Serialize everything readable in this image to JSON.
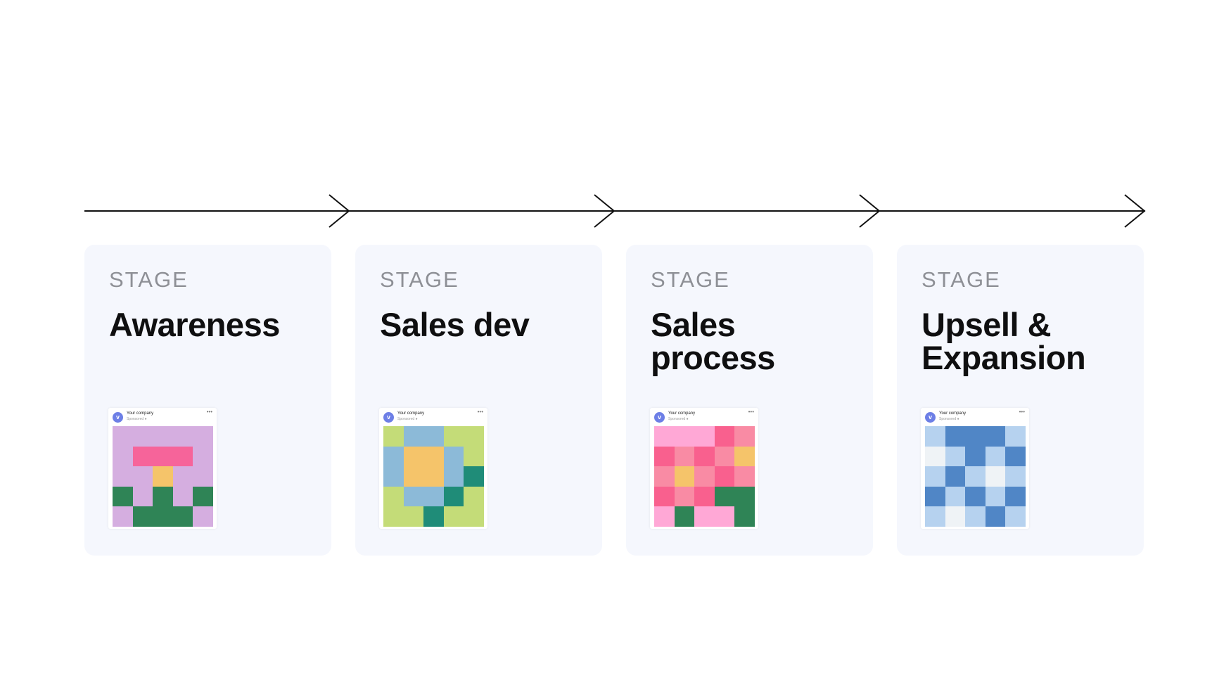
{
  "stages": [
    {
      "label": "STAGE",
      "title": "Awareness",
      "ad": {
        "logo": "v",
        "company": "Your company",
        "sponsored": "Sponsored ●",
        "menu": "•••",
        "cells": [
          "#d5aee0",
          "#d5aee0",
          "#d5aee0",
          "#d5aee0",
          "#d5aee0",
          "#d5aee0",
          "#f6649a",
          "#f6649a",
          "#f6649a",
          "#d5aee0",
          "#d5aee0",
          "#d5aee0",
          "#f5c46a",
          "#d5aee0",
          "#d5aee0",
          "#2f8456",
          "#d5aee0",
          "#2f8456",
          "#d5aee0",
          "#2f8456",
          "#d5aee0",
          "#2f8456",
          "#2f8456",
          "#2f8456",
          "#d5aee0"
        ]
      }
    },
    {
      "label": "STAGE",
      "title": "Sales dev",
      "ad": {
        "logo": "v",
        "company": "Your company",
        "sponsored": "Sponsored ●",
        "menu": "•••",
        "cells": [
          "#c4dc78",
          "#8cbad8",
          "#8cbad8",
          "#c4dc78",
          "#c4dc78",
          "#8cbad8",
          "#f5c46a",
          "#f5c46a",
          "#8cbad8",
          "#c4dc78",
          "#8cbad8",
          "#f5c46a",
          "#f5c46a",
          "#8cbad8",
          "#1f8c78",
          "#c4dc78",
          "#8cbad8",
          "#8cbad8",
          "#1f8c78",
          "#c4dc78",
          "#c4dc78",
          "#c4dc78",
          "#1f8c78",
          "#c4dc78",
          "#c4dc78"
        ]
      }
    },
    {
      "label": "STAGE",
      "title": "Sales process",
      "ad": {
        "logo": "v",
        "company": "Your company",
        "sponsored": "Sponsored ●",
        "menu": "•••",
        "cells": [
          "#ffa8d6",
          "#ffa8d6",
          "#ffa8d6",
          "#f9608e",
          "#f98ba4",
          "#f9608e",
          "#f98ba4",
          "#f9608e",
          "#f98ba4",
          "#f5c46a",
          "#f98ba4",
          "#f5c46a",
          "#f98ba4",
          "#f9608e",
          "#f98ba4",
          "#f9608e",
          "#f98ba4",
          "#f9608e",
          "#2f8456",
          "#2f8456",
          "#ffa8d6",
          "#2f8456",
          "#ffa8d6",
          "#ffa8d6",
          "#2f8456"
        ]
      }
    },
    {
      "label": "STAGE",
      "title": "Upsell & Expansion",
      "ad": {
        "logo": "v",
        "company": "Your company",
        "sponsored": "Sponsored ●",
        "menu": "•••",
        "cells": [
          "#b6d2ef",
          "#5086c6",
          "#5086c6",
          "#5086c6",
          "#b6d2ef",
          "#eff3f6",
          "#b6d2ef",
          "#5086c6",
          "#b6d2ef",
          "#5086c6",
          "#b6d2ef",
          "#5086c6",
          "#b6d2ef",
          "#eff3f6",
          "#b6d2ef",
          "#5086c6",
          "#b6d2ef",
          "#5086c6",
          "#b6d2ef",
          "#5086c6",
          "#b6d2ef",
          "#eff3f6",
          "#b6d2ef",
          "#5086c6",
          "#b6d2ef"
        ]
      }
    }
  ],
  "colors": {
    "arrow": "#111111",
    "card_bg": "#f5f7fd"
  }
}
